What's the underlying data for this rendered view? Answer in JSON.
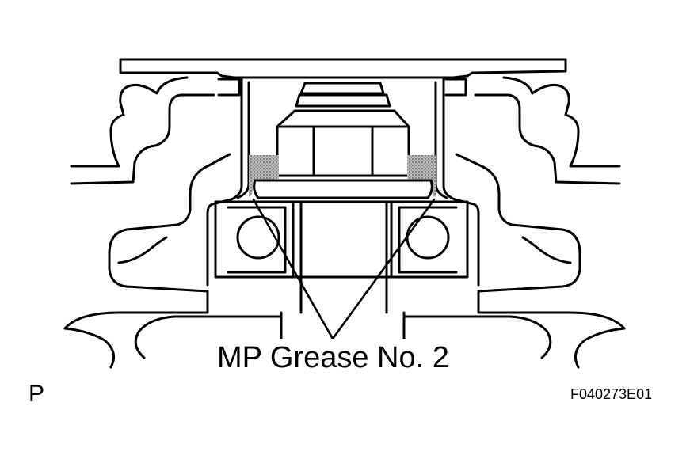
{
  "diagram": {
    "callout": "MP Grease No. 2",
    "view_marker": "P",
    "figure_code": "F040273E01"
  },
  "colors": {
    "line": "#000000",
    "grease_fill": "#9a9a9a",
    "background": "#ffffff"
  }
}
